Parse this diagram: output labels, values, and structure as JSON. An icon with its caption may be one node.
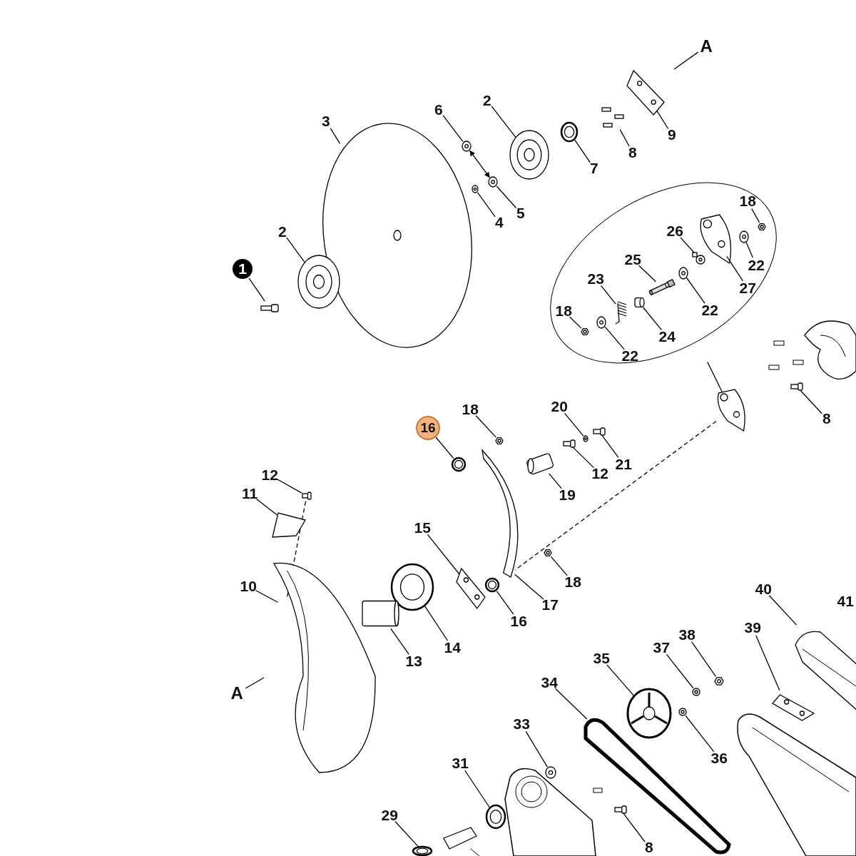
{
  "diagram": {
    "nodes": [
      {
        "text": [
          "A"
        ]
      },
      {
        "text": [
          "3"
        ]
      },
      {
        "text": [
          "6"
        ]
      },
      {
        "text": [
          "2"
        ]
      },
      {
        "text": [
          "7"
        ]
      },
      {
        "text": [
          "8"
        ]
      },
      {
        "text": [
          "9"
        ]
      },
      {
        "text": [
          "4"
        ]
      },
      {
        "text": [
          "5"
        ]
      },
      {
        "text": [
          "2"
        ]
      },
      {
        "text": [
          "1"
        ]
      },
      {
        "text": [],
        "shape": "ellipse"
      },
      {
        "text": [
          "18"
        ],
        "in": 11
      },
      {
        "text": [
          "26"
        ],
        "in": 11
      },
      {
        "text": [
          "22"
        ],
        "in": 11
      },
      {
        "text": [
          "27"
        ],
        "in": 11
      },
      {
        "text": [
          "25"
        ],
        "in": 11
      },
      {
        "text": [
          "23"
        ],
        "in": 11
      },
      {
        "text": [
          "22"
        ],
        "in": 11
      },
      {
        "text": [
          "18"
        ],
        "in": 11
      },
      {
        "text": [
          "24"
        ],
        "in": 11
      },
      {
        "text": [
          "22"
        ],
        "in": 11
      },
      {
        "text": [
          "8"
        ]
      },
      {
        "text": [
          "16"
        ]
      },
      {
        "text": [
          "18"
        ]
      },
      {
        "text": [
          "20"
        ]
      },
      {
        "text": [
          "21"
        ]
      },
      {
        "text": [
          "12"
        ]
      },
      {
        "text": [
          "19"
        ]
      },
      {
        "text": [
          "12"
        ]
      },
      {
        "text": [
          "11"
        ]
      },
      {
        "text": [
          "15"
        ]
      },
      {
        "text": [
          "17"
        ]
      },
      {
        "text": [
          "18"
        ]
      },
      {
        "text": [
          "16"
        ]
      },
      {
        "text": [
          "14"
        ]
      },
      {
        "text": [
          "13"
        ]
      },
      {
        "text": [
          "10"
        ]
      },
      {
        "text": [
          "A"
        ]
      },
      {
        "text": [
          "40"
        ]
      },
      {
        "text": [
          "41"
        ]
      },
      {
        "text": [
          "39"
        ]
      },
      {
        "text": [
          "38"
        ]
      },
      {
        "text": [
          "37"
        ]
      },
      {
        "text": [
          "35"
        ]
      },
      {
        "text": [
          "34"
        ]
      },
      {
        "text": [
          "36"
        ]
      },
      {
        "text": [
          "33"
        ]
      },
      {
        "text": [
          "31"
        ]
      },
      {
        "text": [
          "8"
        ]
      },
      {
        "text": [
          "29"
        ]
      },
      {
        "text": [],
        "shape": "picture"
      },
      {
        "text": [],
        "shape": "picture"
      },
      {
        "text": [],
        "shape": "picture"
      },
      {
        "text": [],
        "shape": "picture"
      },
      {
        "text": [],
        "shape": "picture"
      },
      {
        "text": [],
        "shape": "picture"
      },
      {
        "text": [],
        "shape": "picture"
      },
      {
        "text": [],
        "shape": "picture"
      },
      {
        "text": [],
        "shape": "picture"
      },
      {
        "text": [],
        "shape": "picture"
      },
      {
        "text": [],
        "shape": "picture",
        "in": 11
      },
      {
        "text": [],
        "shape": "picture",
        "in": 11
      },
      {
        "text": [],
        "shape": "picture",
        "in": 11
      },
      {
        "text": [],
        "shape": "picture",
        "in": 11
      },
      {
        "text": [],
        "shape": "picture",
        "in": 11
      },
      {
        "text": [],
        "shape": "picture",
        "in": 11
      },
      {
        "text": [],
        "shape": "picture",
        "in": 11
      },
      {
        "text": [],
        "shape": "picture",
        "in": 11
      },
      {
        "text": [],
        "shape": "picture",
        "in": 11
      },
      {
        "text": [],
        "shape": "picture",
        "in": 11
      },
      {
        "text": [],
        "shape": "picture"
      },
      {
        "text": [],
        "shape": "picture"
      },
      {
        "text": [],
        "shape": "picture"
      },
      {
        "text": [],
        "shape": "picture"
      },
      {
        "text": [],
        "shape": "picture"
      },
      {
        "text": [],
        "shape": "picture"
      },
      {
        "text": [],
        "shape": "picture"
      },
      {
        "text": [],
        "shape": "picture"
      },
      {
        "text": [],
        "shape": "picture"
      },
      {
        "text": [],
        "shape": "picture"
      },
      {
        "text": [],
        "shape": "picture"
      },
      {
        "text": [],
        "shape": "picture"
      },
      {
        "text": [],
        "shape": "picture"
      },
      {
        "text": [],
        "shape": "picture"
      },
      {
        "text": [],
        "shape": "picture"
      },
      {
        "text": [],
        "shape": "picture"
      },
      {
        "text": [],
        "shape": "picture"
      },
      {
        "text": [],
        "shape": "picture"
      },
      {
        "text": [],
        "shape": "picture"
      },
      {
        "text": [],
        "shape": "picture"
      },
      {
        "text": [],
        "shape": "picture"
      },
      {
        "text": [],
        "shape": "picture"
      },
      {
        "text": [],
        "shape": "picture"
      },
      {
        "text": [],
        "shape": "picture"
      },
      {
        "text": [],
        "shape": "picture"
      },
      {
        "text": [],
        "shape": "picture"
      },
      {
        "text": [],
        "shape": "picture"
      },
      {
        "text": [],
        "shape": "picture"
      }
    ],
    "edges": [
      {
        "from": 1,
        "to": 51,
        "arrow": "none"
      },
      {
        "from": 2,
        "to": 52,
        "arrow": "none"
      },
      {
        "from": 3,
        "to": 53,
        "arrow": "none"
      },
      {
        "from": 4,
        "to": 54,
        "arrow": "none"
      },
      {
        "from": 5,
        "to": 55,
        "arrow": "none"
      },
      {
        "from": 6,
        "to": 56,
        "arrow": "none"
      },
      {
        "from": 7,
        "to": 57,
        "arrow": "none"
      },
      {
        "from": 8,
        "to": 58,
        "arrow": "none"
      },
      {
        "from": 9,
        "to": 59,
        "arrow": "none"
      },
      {
        "from": 10,
        "to": 60,
        "arrow": "none"
      },
      {
        "from": 0,
        "to": null,
        "arrow": "none"
      },
      {
        "from": 11,
        "to": 71,
        "arrow": "none"
      },
      {
        "from": 12,
        "to": 61,
        "arrow": "none"
      },
      {
        "from": 13,
        "to": 62,
        "arrow": "none"
      },
      {
        "from": 14,
        "to": 63,
        "arrow": "none"
      },
      {
        "from": 15,
        "to": 64,
        "arrow": "none"
      },
      {
        "from": 16,
        "to": 65,
        "arrow": "none"
      },
      {
        "from": 17,
        "to": 66,
        "arrow": "none"
      },
      {
        "from": 18,
        "to": 67,
        "arrow": "none"
      },
      {
        "from": 19,
        "to": 68,
        "arrow": "none"
      },
      {
        "from": 20,
        "to": 69,
        "arrow": "none"
      },
      {
        "from": 21,
        "to": 70,
        "arrow": "none"
      },
      {
        "from": 22,
        "to": 72,
        "arrow": "none"
      },
      {
        "from": 23,
        "to": 73,
        "arrow": "none"
      },
      {
        "from": 24,
        "to": 74,
        "arrow": "none"
      },
      {
        "from": 25,
        "to": 75,
        "arrow": "none"
      },
      {
        "from": 26,
        "to": 76,
        "arrow": "none"
      },
      {
        "from": 27,
        "to": 77,
        "arrow": "none"
      },
      {
        "from": 28,
        "to": 78,
        "arrow": "none"
      },
      {
        "from": 29,
        "to": 79,
        "arrow": "none"
      },
      {
        "from": 30,
        "to": 80,
        "arrow": "none"
      },
      {
        "from": 31,
        "to": 81,
        "arrow": "none"
      },
      {
        "from": 32,
        "to": 82,
        "arrow": "none"
      },
      {
        "from": 33,
        "to": 83,
        "arrow": "none"
      },
      {
        "from": 34,
        "to": 84,
        "arrow": "none"
      },
      {
        "from": 35,
        "to": 85,
        "arrow": "none"
      },
      {
        "from": 36,
        "to": 86,
        "arrow": "none"
      },
      {
        "from": 37,
        "to": 87,
        "arrow": "none"
      },
      {
        "from": 38,
        "to": null,
        "arrow": "none"
      },
      {
        "from": 39,
        "to": 88,
        "arrow": "none"
      },
      {
        "from": 41,
        "to": 89,
        "arrow": "none"
      },
      {
        "from": 42,
        "to": 90,
        "arrow": "none"
      },
      {
        "from": 43,
        "to": 91,
        "arrow": "none"
      },
      {
        "from": 44,
        "to": 92,
        "arrow": "none"
      },
      {
        "from": 45,
        "to": 93,
        "arrow": "none"
      },
      {
        "from": 46,
        "to": 94,
        "arrow": "none"
      },
      {
        "from": 47,
        "to": 95,
        "arrow": "none"
      },
      {
        "from": 48,
        "to": 96,
        "arrow": "none"
      },
      {
        "from": 49,
        "to": 97,
        "arrow": "none"
      },
      {
        "from": 50,
        "to": 98,
        "arrow": "none"
      },
      {
        "from": 71,
        "to": 82,
        "arrow": "none",
        "style": "dashed"
      },
      {
        "from": 79,
        "to": 87,
        "arrow": "none",
        "style": "dashed"
      },
      {
        "from": 52,
        "to": 58,
        "arrow": "both"
      }
    ]
  }
}
